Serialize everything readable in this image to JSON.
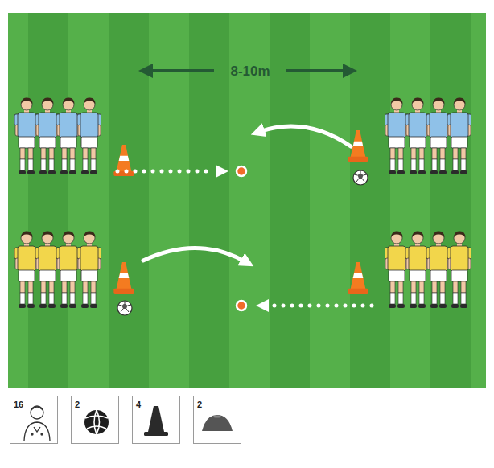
{
  "diagram": {
    "nodes": [
      {
        "text": [
          "16"
        ]
      },
      {
        "text": [
          "2"
        ]
      },
      {
        "text": [
          "4"
        ]
      },
      {
        "text": [
          "2"
        ]
      }
    ],
    "labels": [
      "8-10m"
    ]
  }
}
